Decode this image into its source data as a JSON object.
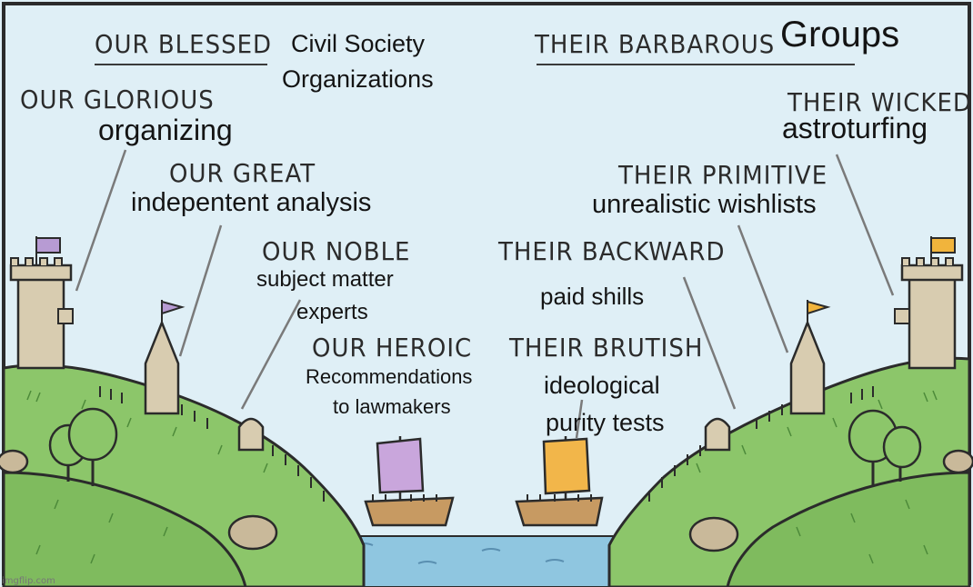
{
  "captions": {
    "our_blessed": "OUR BLESSED",
    "their_barbarous": "THEIR BARBAROUS",
    "our_glorious": "OUR GLORIOUS",
    "their_wicked": "THEIR WICKED",
    "our_great": "OUR GREAT",
    "their_primitive": "THEIR PRIMITIVE",
    "our_noble": "OUR NOBLE",
    "their_backward": "THEIR BACKWARD",
    "our_heroic": "OUR HEROIC",
    "their_brutish": "THEIR BRUTISH"
  },
  "overlays": {
    "civil_society_line1": "Civil Society",
    "civil_society_line2": "Organizations",
    "groups": "Groups",
    "organizing": "organizing",
    "astroturfing": "astroturfing",
    "independent_analysis": "indepentent analysis",
    "unrealistic_wishlists": "unrealistic wishlists",
    "subject_matter_line1": "subject matter",
    "subject_matter_line2": "experts",
    "paid_shills": "paid shills",
    "recommendations_line1": "Recommendations",
    "recommendations_line2": "to lawmakers",
    "ideological_line1": "ideological",
    "ideological_line2": "purity tests"
  },
  "watermark": "imgflip.com",
  "colors": {
    "sky": "#dfeff6",
    "hill": "#8cc66a",
    "hill_dark": "#5e9a47",
    "water": "#8fc6e0",
    "stone": "#d8ccb0",
    "our_flag": "#b79bd3",
    "their_flag": "#f1b43c",
    "our_sail": "#c9a6dc",
    "their_sail": "#f2b64a",
    "boat": "#c79a62"
  }
}
